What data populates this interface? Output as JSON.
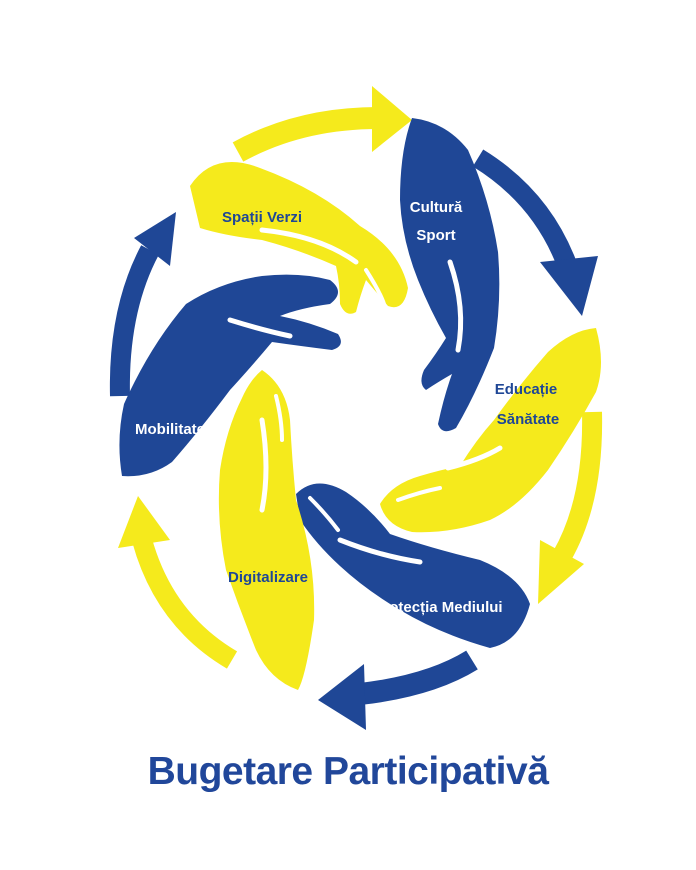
{
  "logo": {
    "title": "Bugetare Participativă",
    "segments": [
      {
        "label_lines": [
          "Spații Verzi"
        ],
        "hand_color": "yellow"
      },
      {
        "label_lines": [
          "Cultură",
          "Sport"
        ],
        "hand_color": "blue"
      },
      {
        "label_lines": [
          "Educație",
          "Sănătate"
        ],
        "hand_color": "yellow"
      },
      {
        "label_lines": [
          "Protecția Mediului"
        ],
        "hand_color": "blue"
      },
      {
        "label_lines": [
          "Digitalizare"
        ],
        "hand_color": "yellow"
      },
      {
        "label_lines": [
          "Mobilitate"
        ],
        "hand_color": "blue"
      }
    ],
    "colors": {
      "blue": "#1f4796",
      "yellow": "#f5ea1c",
      "background": "#ffffff"
    },
    "arrows": [
      "arrow-top",
      "arrow-upper-right",
      "arrow-lower-right",
      "arrow-bottom",
      "arrow-lower-left",
      "arrow-upper-left"
    ]
  }
}
